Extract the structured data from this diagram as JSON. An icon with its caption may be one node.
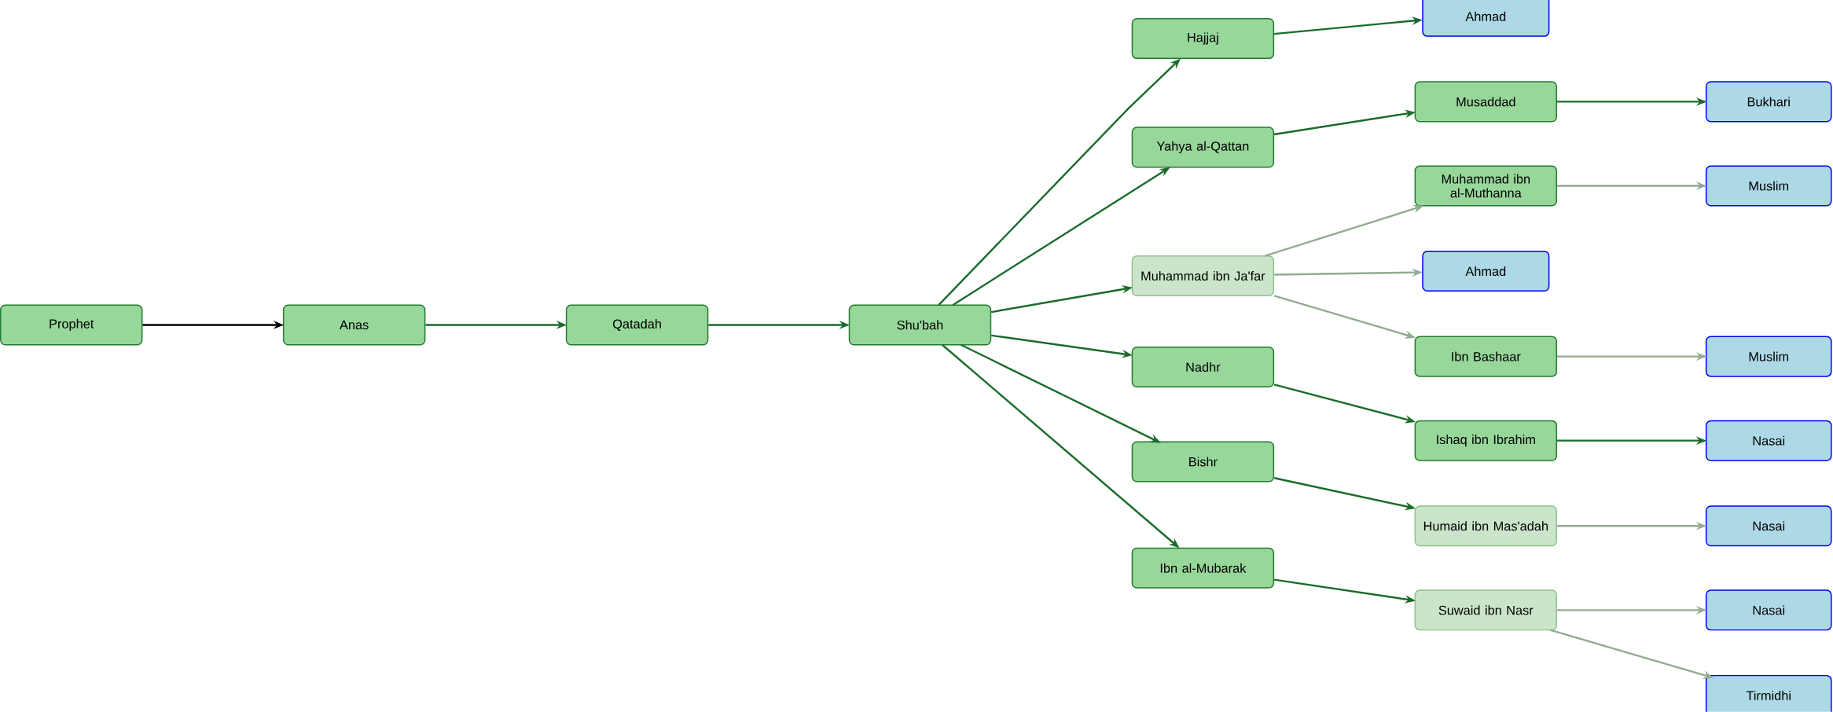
{
  "diagram": {
    "nodes": [
      {
        "text": [
          "Prophet"
        ]
      },
      {
        "text": [
          "Anas"
        ]
      },
      {
        "text": [
          "Qatadah"
        ]
      },
      {
        "text": [
          "Shu'bah"
        ]
      },
      {
        "text": [
          "Hajjaj"
        ]
      },
      {
        "text": [
          "Yahya al-Qattan"
        ]
      },
      {
        "text": [
          "Muhammad ibn Ja'far"
        ]
      },
      {
        "text": [
          "Nadhr"
        ]
      },
      {
        "text": [
          "Bishr"
        ]
      },
      {
        "text": [
          "Ibn al-Mubarak"
        ]
      },
      {
        "text": [
          "Ahmad"
        ]
      },
      {
        "text": [
          "Musaddad"
        ]
      },
      {
        "text": [
          "Muhammad ibn al-Muthanna"
        ]
      },
      {
        "text": [
          "Ahmad"
        ]
      },
      {
        "text": [
          "Ibn Bashaar"
        ]
      },
      {
        "text": [
          "Ishaq ibn Ibrahim"
        ]
      },
      {
        "text": [
          "Humaid ibn Mas'adah"
        ]
      },
      {
        "text": [
          "Suwaid ibn Nasr"
        ]
      },
      {
        "text": [
          "Bukhari"
        ]
      },
      {
        "text": [
          "Muslim"
        ]
      },
      {
        "text": [
          "Muslim"
        ]
      },
      {
        "text": [
          "Nasai"
        ]
      },
      {
        "text": [
          "Nasai"
        ]
      },
      {
        "text": [
          "Nasai"
        ]
      },
      {
        "text": [
          "Tirmidhi"
        ]
      }
    ],
    "edges": [
      {
        "from": 0,
        "to": 1,
        "arrow": "to",
        "color": "#000000"
      },
      {
        "from": 1,
        "to": 2,
        "arrow": "to"
      },
      {
        "from": 2,
        "to": 3,
        "arrow": "to"
      },
      {
        "from": 3,
        "to": 4,
        "arrow": "to"
      },
      {
        "from": 3,
        "to": 5,
        "arrow": "to"
      },
      {
        "from": 3,
        "to": 6,
        "arrow": "to"
      },
      {
        "from": 3,
        "to": 7,
        "arrow": "to"
      },
      {
        "from": 3,
        "to": 8,
        "arrow": "to"
      },
      {
        "from": 3,
        "to": 9,
        "arrow": "to"
      },
      {
        "from": 4,
        "to": 10,
        "arrow": "to"
      },
      {
        "from": 5,
        "to": 11,
        "arrow": "to"
      },
      {
        "from": 11,
        "to": 18,
        "arrow": "to"
      },
      {
        "from": 6,
        "to": 12,
        "arrow": "to",
        "color": "#93aa93"
      },
      {
        "from": 6,
        "to": 13,
        "arrow": "to",
        "color": "#93aa93"
      },
      {
        "from": 6,
        "to": 14,
        "arrow": "to",
        "color": "#93aa93"
      },
      {
        "from": 12,
        "to": 19,
        "arrow": "to",
        "color": "#93aa93"
      },
      {
        "from": 14,
        "to": 20,
        "arrow": "to",
        "color": "#93aa93"
      },
      {
        "from": 7,
        "to": 15,
        "arrow": "to"
      },
      {
        "from": 15,
        "to": 21,
        "arrow": "to"
      },
      {
        "from": 8,
        "to": 16,
        "arrow": "to"
      },
      {
        "from": 16,
        "to": 22,
        "arrow": "to",
        "color": "#93aa93"
      },
      {
        "from": 9,
        "to": 17,
        "arrow": "to"
      },
      {
        "from": 17,
        "to": 23,
        "arrow": "to",
        "color": "#93aa93"
      },
      {
        "from": 17,
        "to": 24,
        "arrow": "to",
        "color": "#93aa93"
      }
    ]
  }
}
